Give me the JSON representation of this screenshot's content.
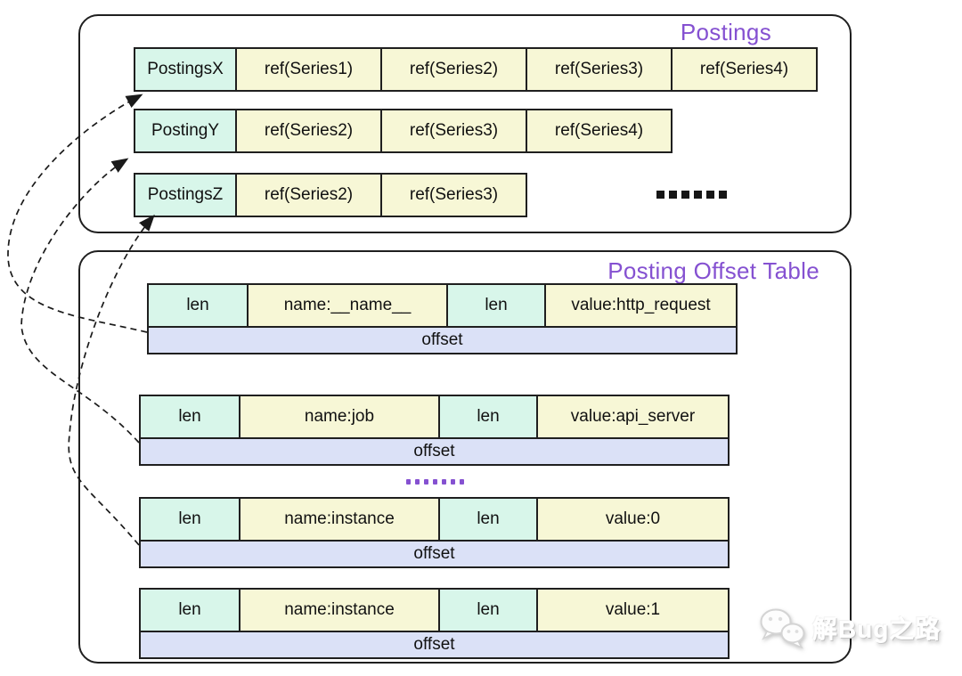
{
  "colors": {
    "mint": "#d8f6ea",
    "yellow": "#f7f7d6",
    "lavender": "#dbe1f7",
    "border": "#1f1f1f",
    "purple": "#8551d1"
  },
  "postings_box": {
    "title": "Postings",
    "rows": [
      {
        "label": "PostingsX",
        "refs": [
          "ref(Series1)",
          "ref(Series2)",
          "ref(Series3)",
          "ref(Series4)"
        ]
      },
      {
        "label": "PostingY",
        "refs": [
          "ref(Series2)",
          "ref(Series3)",
          "ref(Series4)"
        ]
      },
      {
        "label": "PostingsZ",
        "refs": [
          "ref(Series2)",
          "ref(Series3)"
        ]
      }
    ],
    "ellipsis": "......"
  },
  "offset_table_box": {
    "title": "Posting Offset Table",
    "ellipsis": ".......",
    "entries": [
      {
        "len1": "len",
        "name": "name:__name__",
        "len2": "len",
        "value": "value:http_request",
        "offset": "offset"
      },
      {
        "len1": "len",
        "name": "name:job",
        "len2": "len",
        "value": "value:api_server",
        "offset": "offset"
      },
      {
        "len1": "len",
        "name": "name:instance",
        "len2": "len",
        "value": "value:0",
        "offset": "offset"
      },
      {
        "len1": "len",
        "name": "name:instance",
        "len2": "len",
        "value": "value:1",
        "offset": "offset"
      }
    ]
  },
  "watermark": {
    "text": "解Bug之路",
    "icon": "wechat-icon"
  }
}
